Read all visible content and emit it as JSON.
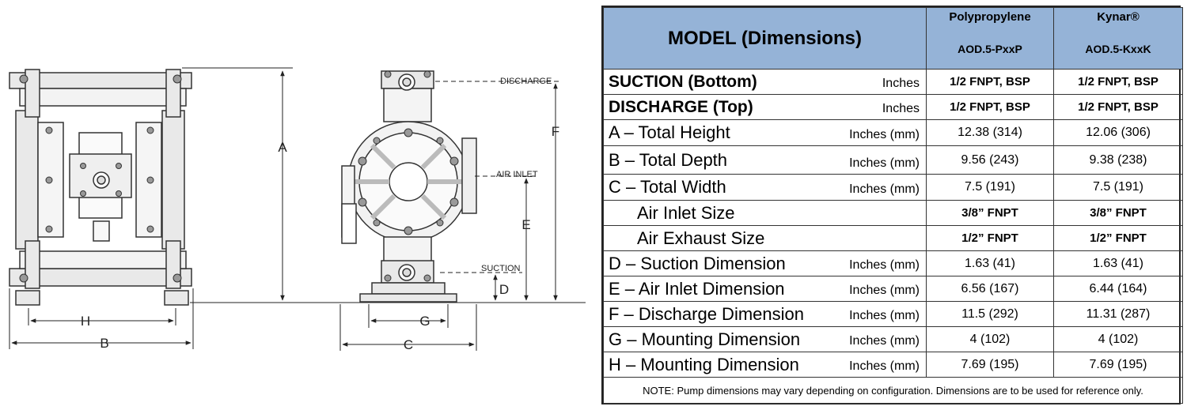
{
  "drawing": {
    "labels": {
      "discharge": "DISCHARGE",
      "air_inlet": "AIR INLET",
      "suction": "SUCTION"
    },
    "dimension_letters": {
      "a": "A",
      "b": "B",
      "c": "C",
      "d": "D",
      "e": "E",
      "f": "F",
      "g": "G",
      "h": "H"
    }
  },
  "table": {
    "header": {
      "model": "MODEL (Dimensions)",
      "col1_material": "Polypropylene",
      "col1_code": "AOD.5-PxxP",
      "col2_material": "Kynar®",
      "col2_code": "AOD.5-KxxK"
    },
    "rows": [
      {
        "label": "SUCTION (Bottom)",
        "unit": "Inches",
        "v1": "1/2 FNPT, BSP",
        "v2": "1/2 FNPT, BSP"
      },
      {
        "label": "DISCHARGE (Top)",
        "unit": "Inches",
        "v1": "1/2 FNPT, BSP",
        "v2": "1/2 FNPT, BSP"
      },
      {
        "label": "A – Total Height",
        "unit": "Inches (mm)",
        "v1": "12.38 (314)",
        "v2": "12.06 (306)"
      },
      {
        "label": "B – Total Depth",
        "unit": "Inches (mm)",
        "v1": "9.56 (243)",
        "v2": "9.38 (238)"
      },
      {
        "label": "C – Total Width",
        "unit": "Inches (mm)",
        "v1": "7.5 (191)",
        "v2": "7.5 (191)"
      },
      {
        "label": "Air Inlet Size",
        "unit": "",
        "v1": "3/8” FNPT",
        "v2": "3/8” FNPT"
      },
      {
        "label": "Air Exhaust Size",
        "unit": "",
        "v1": "1/2” FNPT",
        "v2": "1/2” FNPT"
      },
      {
        "label": "D – Suction Dimension",
        "unit": "Inches (mm)",
        "v1": "1.63 (41)",
        "v2": "1.63 (41)"
      },
      {
        "label": "E – Air Inlet Dimension",
        "unit": "Inches (mm)",
        "v1": "6.56 (167)",
        "v2": "6.44 (164)"
      },
      {
        "label": "F – Discharge Dimension",
        "unit": "Inches (mm)",
        "v1": "11.5 (292)",
        "v2": "11.31 (287)"
      },
      {
        "label": "G – Mounting Dimension",
        "unit": "Inches (mm)",
        "v1": "4 (102)",
        "v2": "4 (102)"
      },
      {
        "label": "H – Mounting Dimension",
        "unit": "Inches (mm)",
        "v1": "7.69 (195)",
        "v2": "7.69 (195)"
      }
    ],
    "note": "NOTE: Pump dimensions may vary depending on configuration.  Dimensions are to be used for reference only."
  }
}
